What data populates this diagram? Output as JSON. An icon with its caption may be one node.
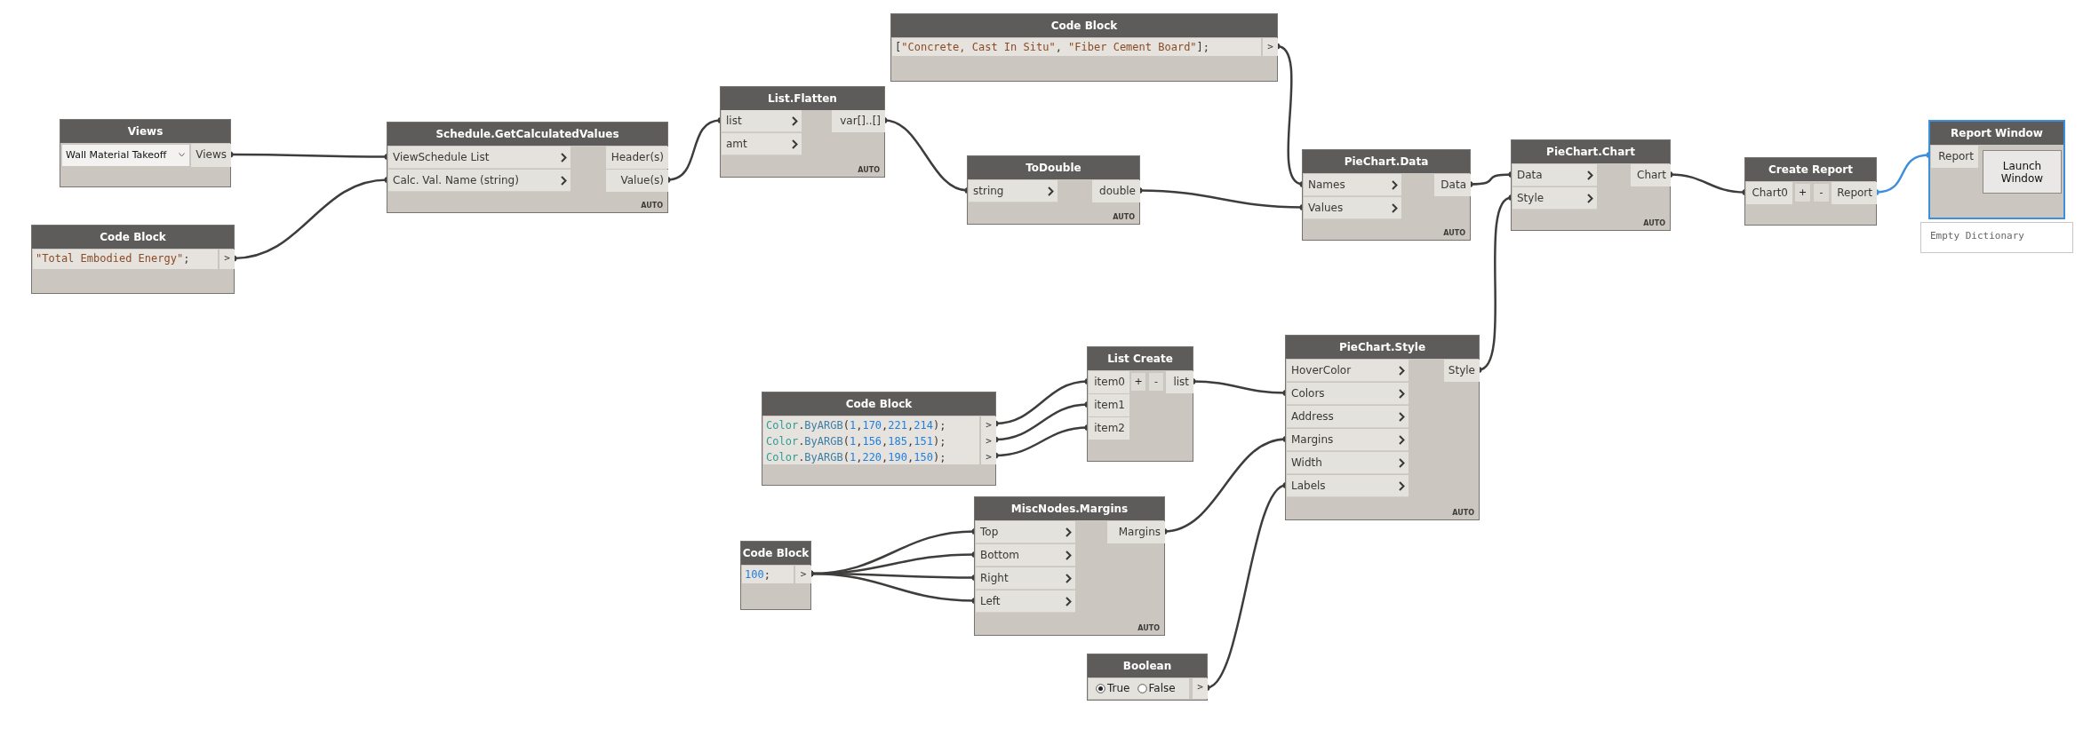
{
  "diagram": {
    "nodes": [
      {
        "text": [
          "Views"
        ]
      },
      {
        "text": [
          "Wall Material Takeoff"
        ],
        "in": 0
      },
      {
        "text": [
          "Views"
        ],
        "in": 0
      },
      {
        "text": [
          "Code Block"
        ]
      },
      {
        "text": [
          "\"Total Embodied Energy\";"
        ],
        "in": 3
      },
      {
        "text": [
          ">"
        ],
        "in": 3
      },
      {
        "text": [
          "Schedule.GetCalculatedValues",
          "AUTO"
        ]
      },
      {
        "text": [
          "ViewSchedule List"
        ],
        "in": 6
      },
      {
        "text": [
          "Calc. Val. Name (string)"
        ],
        "in": 6
      },
      {
        "text": [
          "Header(s)"
        ],
        "in": 6
      },
      {
        "text": [
          "Value(s)"
        ],
        "in": 6
      },
      {
        "text": [
          "List.Flatten",
          "AUTO"
        ]
      },
      {
        "text": [
          "list"
        ],
        "in": 11
      },
      {
        "text": [
          "amt"
        ],
        "in": 11
      },
      {
        "text": [
          "var[]..[]"
        ],
        "in": 11
      },
      {
        "text": [
          "Code Block"
        ]
      },
      {
        "text": [
          "[\"Concrete, Cast In Situ\", \"Fiber Cement Board\"];"
        ],
        "in": 15
      },
      {
        "text": [
          ">"
        ],
        "in": 15
      },
      {
        "text": [
          "ToDouble",
          "AUTO"
        ]
      },
      {
        "text": [
          "string"
        ],
        "in": 18
      },
      {
        "text": [
          "double"
        ],
        "in": 18
      },
      {
        "text": [
          "PieChart.Data",
          "AUTO"
        ]
      },
      {
        "text": [
          "Names"
        ],
        "in": 21
      },
      {
        "text": [
          "Values"
        ],
        "in": 21
      },
      {
        "text": [
          "Data"
        ],
        "in": 21
      },
      {
        "text": [
          "PieChart.Chart",
          "AUTO"
        ]
      },
      {
        "text": [
          "Data"
        ],
        "in": 25
      },
      {
        "text": [
          "Style"
        ],
        "in": 25
      },
      {
        "text": [
          "Chart"
        ],
        "in": 25
      },
      {
        "text": [
          "Create Report"
        ]
      },
      {
        "text": [
          "Chart0"
        ],
        "in": 29
      },
      {
        "text": [
          "+"
        ],
        "in": 29
      },
      {
        "text": [
          "-"
        ],
        "in": 29
      },
      {
        "text": [
          "Report"
        ],
        "in": 29
      },
      {
        "text": [
          "Report Window"
        ]
      },
      {
        "text": [
          "Report"
        ],
        "in": 34
      },
      {
        "text": [
          "Launch Window"
        ],
        "in": 34
      },
      {
        "text": [
          "Empty Dictionary"
        ]
      },
      {
        "text": [
          "List Create"
        ]
      },
      {
        "text": [
          "item0"
        ],
        "in": 38
      },
      {
        "text": [
          "+"
        ],
        "in": 38
      },
      {
        "text": [
          "-"
        ],
        "in": 38
      },
      {
        "text": [
          "list"
        ],
        "in": 38
      },
      {
        "text": [
          "item1"
        ],
        "in": 38
      },
      {
        "text": [
          "item2"
        ],
        "in": 38
      },
      {
        "text": [
          "Code Block"
        ]
      },
      {
        "text": [
          "Color.ByARGB(1,170,221,214);"
        ],
        "in": 45
      },
      {
        "text": [
          ">"
        ],
        "in": 45
      },
      {
        "text": [
          "Color.ByARGB(1,156,185,151);"
        ],
        "in": 45
      },
      {
        "text": [
          ">"
        ],
        "in": 45
      },
      {
        "text": [
          "Color.ByARGB(1,220,190,150);"
        ],
        "in": 45
      },
      {
        "text": [
          ">"
        ],
        "in": 45
      },
      {
        "text": [
          "PieChart.Style",
          "AUTO"
        ]
      },
      {
        "text": [
          "HoverColor"
        ],
        "in": 52
      },
      {
        "text": [
          "Colors"
        ],
        "in": 52
      },
      {
        "text": [
          "Address"
        ],
        "in": 52
      },
      {
        "text": [
          "Margins"
        ],
        "in": 52
      },
      {
        "text": [
          "Width"
        ],
        "in": 52
      },
      {
        "text": [
          "Labels"
        ],
        "in": 52
      },
      {
        "text": [
          "Style"
        ],
        "in": 52
      },
      {
        "text": [
          "MiscNodes.Margins",
          "AUTO"
        ]
      },
      {
        "text": [
          "Top"
        ],
        "in": 60
      },
      {
        "text": [
          "Bottom"
        ],
        "in": 60
      },
      {
        "text": [
          "Right"
        ],
        "in": 60
      },
      {
        "text": [
          "Left"
        ],
        "in": 60
      },
      {
        "text": [
          "Margins"
        ],
        "in": 60
      },
      {
        "text": [
          "Code Block"
        ]
      },
      {
        "text": [
          "100;"
        ],
        "in": 66
      },
      {
        "text": [
          ">"
        ],
        "in": 66
      },
      {
        "text": [
          "Boolean",
          "True",
          "False"
        ]
      },
      {
        "text": [
          ">"
        ],
        "in": 69
      }
    ],
    "edges": [
      {
        "from": 2,
        "to": 7,
        "arrow": "other"
      },
      {
        "from": 5,
        "to": 8,
        "arrow": "other"
      },
      {
        "from": 10,
        "to": 12,
        "arrow": "other"
      },
      {
        "from": 14,
        "to": 19,
        "arrow": "other"
      },
      {
        "from": 17,
        "to": 22,
        "arrow": "other"
      },
      {
        "from": 20,
        "to": 23,
        "arrow": "other"
      },
      {
        "from": 24,
        "to": 26,
        "arrow": "other"
      },
      {
        "from": 59,
        "to": 27,
        "arrow": "other"
      },
      {
        "from": 28,
        "to": 30,
        "arrow": "other"
      },
      {
        "from": 33,
        "to": 35,
        "arrow": "other",
        "color": "#3d8fdb"
      },
      {
        "from": 47,
        "to": 39,
        "arrow": "other"
      },
      {
        "from": 49,
        "to": 43,
        "arrow": "other"
      },
      {
        "from": 51,
        "to": 44,
        "arrow": "other"
      },
      {
        "from": 42,
        "to": 54,
        "arrow": "other"
      },
      {
        "from": 65,
        "to": 56,
        "arrow": "other"
      },
      {
        "from": 70,
        "to": 58,
        "arrow": "other"
      },
      {
        "from": 68,
        "to": 61,
        "arrow": "other"
      },
      {
        "from": 68,
        "to": 62,
        "arrow": "other"
      },
      {
        "from": 68,
        "to": 63,
        "arrow": "other"
      },
      {
        "from": 68,
        "to": 64,
        "arrow": "other"
      }
    ]
  }
}
